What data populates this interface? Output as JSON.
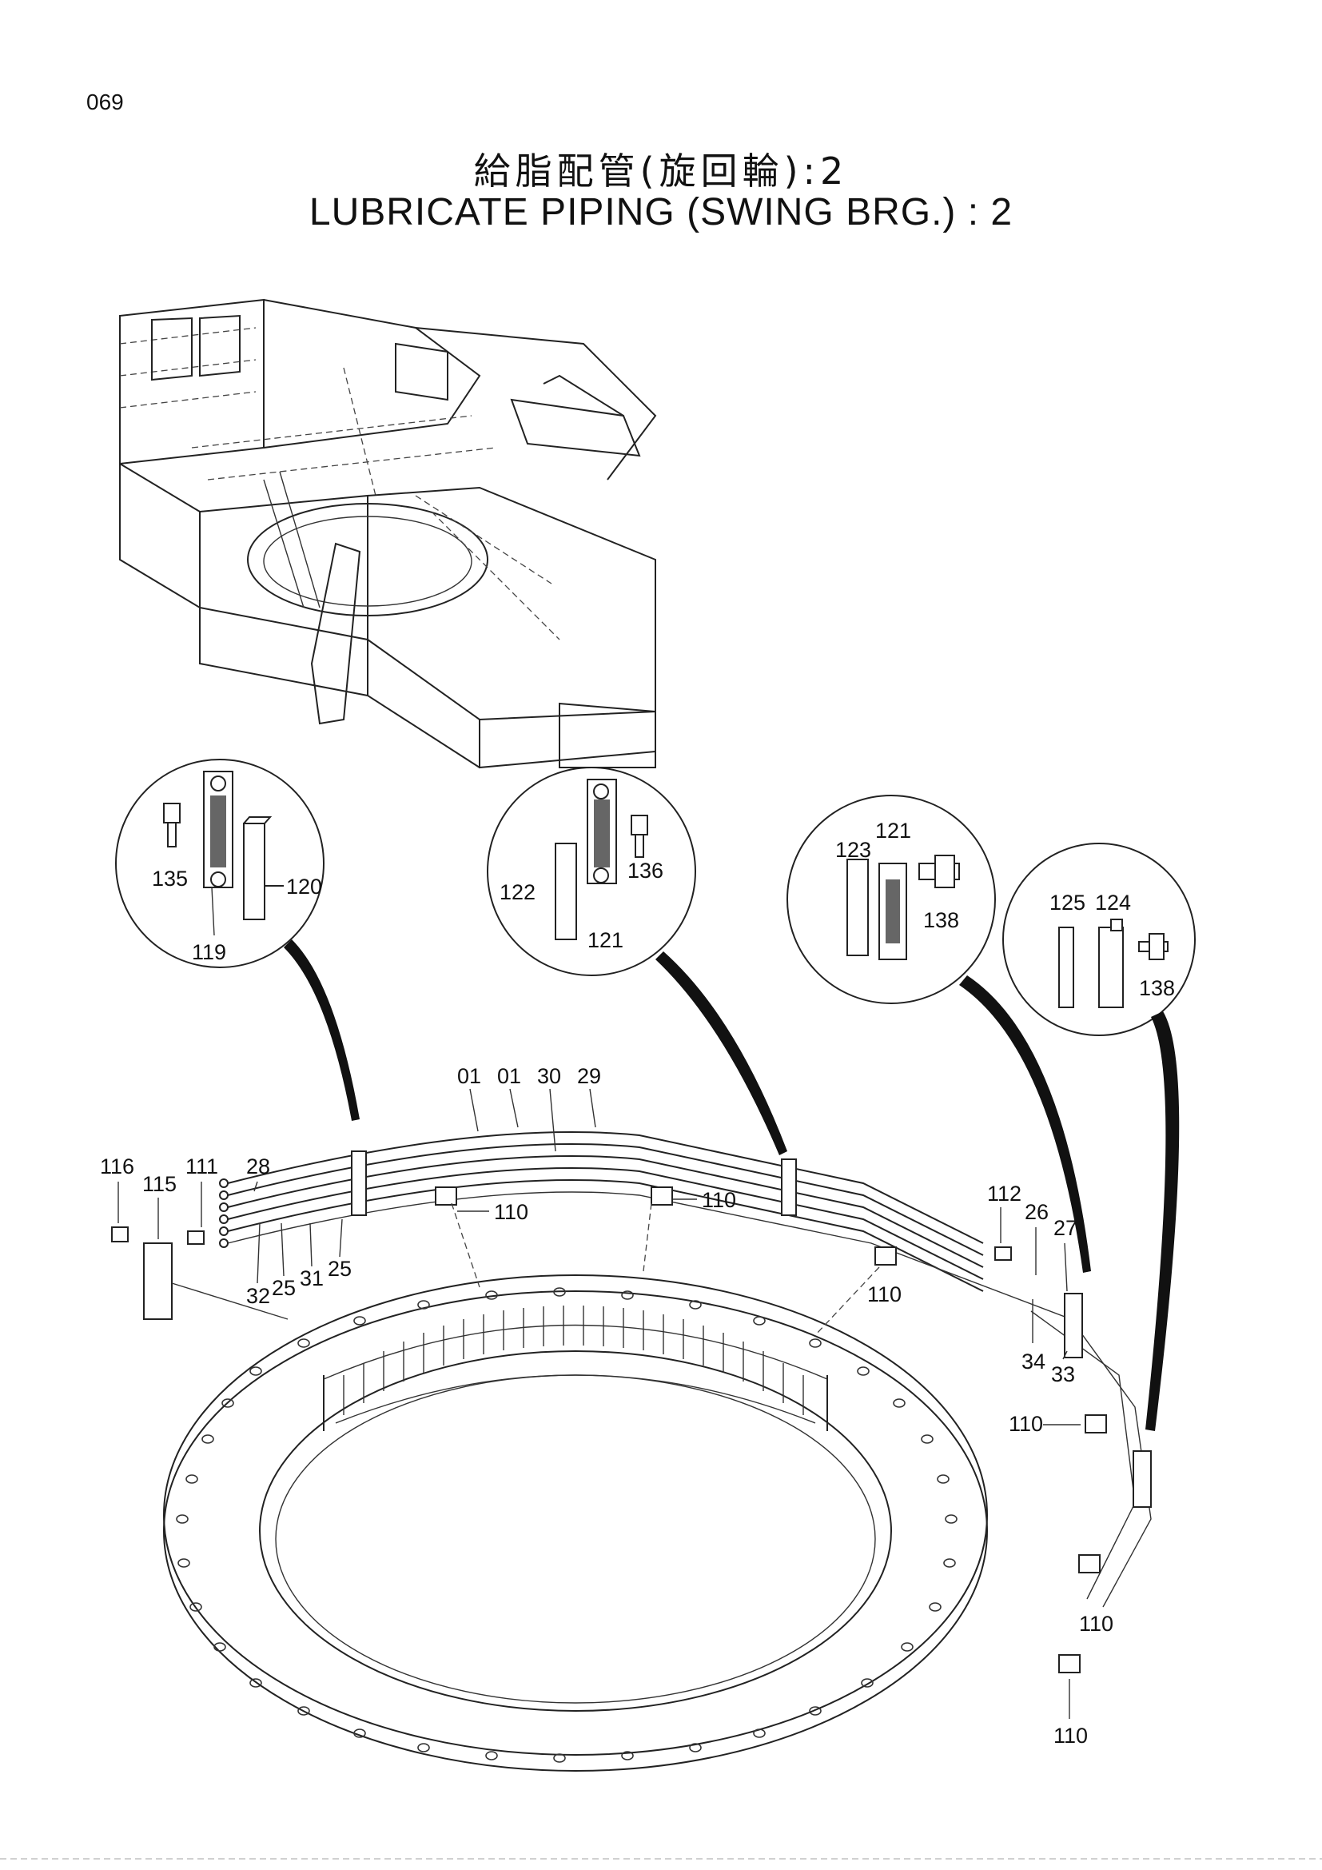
{
  "page_number": "069",
  "title_jp": "給脂配管(旋回輪):2",
  "title_en": "LUBRICATE   PIPING (SWING   BRG.) : 2",
  "callouts": {
    "c135": "135",
    "c119": "119",
    "c120": "120",
    "c122": "122",
    "c121a": "121",
    "c136": "136",
    "c123": "123",
    "c121b": "121",
    "c138a": "138",
    "c125": "125",
    "c124": "124",
    "c138b": "138",
    "c01a": "01",
    "c01b": "01",
    "c30": "30",
    "c29": "29",
    "c116": "116",
    "c115": "115",
    "c111": "111",
    "c28": "28",
    "c110a": "110",
    "c110b": "110",
    "c110c": "110",
    "c110d": "110",
    "c110e": "110",
    "c110f": "110",
    "c112": "112",
    "c26": "26",
    "c27": "27",
    "c34": "34",
    "c33": "33",
    "c32": "32",
    "c25a": "25",
    "c31": "31",
    "c25b": "25"
  }
}
